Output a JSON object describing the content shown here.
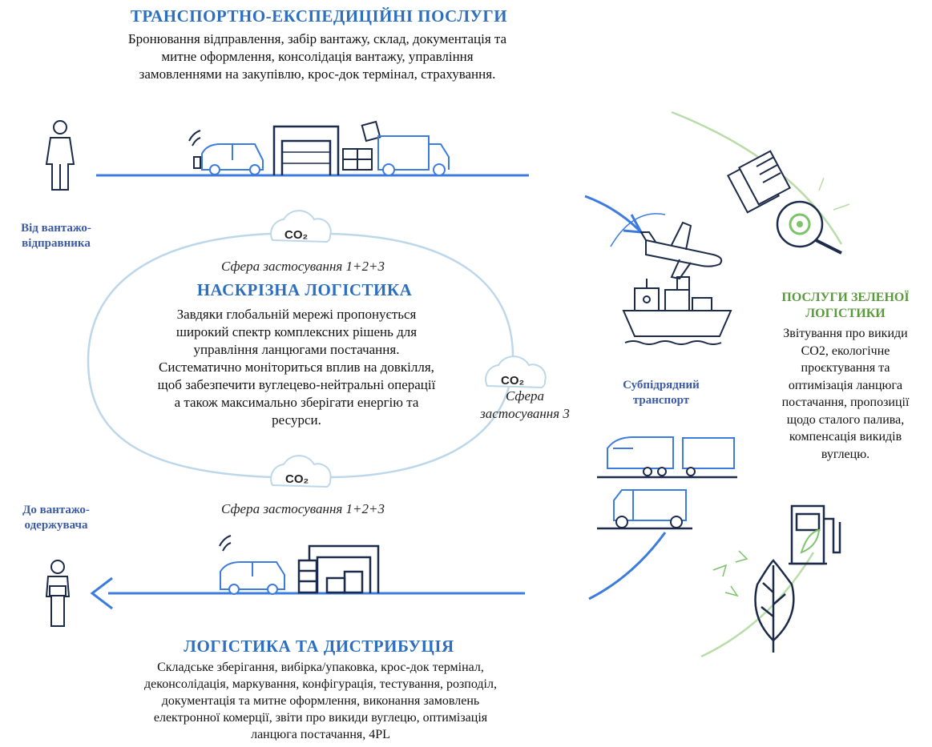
{
  "top": {
    "title": "ТРАНСПОРТНО-ЕКСПЕДИЦІЙНІ ПОСЛУГИ",
    "lines": [
      "Бронювання відправлення, забір вантажу, склад, документація та",
      "митне оформлення, консолідація вантажу, управління",
      "замовленнями на закупівлю, крос-док термінал, страхування."
    ]
  },
  "left": {
    "from_shipper": [
      "Від вантажо-",
      "відправника"
    ],
    "to_consignee": [
      "До вантажо-",
      "одержувача"
    ]
  },
  "center": {
    "scope_top": "Сфера застосування 1+2+3",
    "title": "НАСКРІЗНА ЛОГІСТИКА",
    "lines": [
      "Завдяки глобальній мережі пропонується",
      "широкий спектр комплексних рішень для",
      "управління ланцюгами постачання.",
      "Систематично моніториться вплив на довкілля,",
      "щоб забезпечити вуглецево-нейтральні операції",
      "а також максимально зберігати енергію та",
      "ресурси."
    ],
    "scope_right": [
      "Сфера",
      "застосування 3"
    ],
    "scope_bottom": "Сфера застосування 1+2+3",
    "co2": "CO₂"
  },
  "subcontract": [
    "Субпідрядний",
    "транспорт"
  ],
  "green": {
    "title": [
      "ПОСЛУГИ ЗЕЛЕНОЇ",
      "ЛОГІСТИКИ"
    ],
    "lines": [
      "Звітування про викиди",
      "CO2, екологічне",
      "проєктування та",
      "оптимізація ланцюга",
      "постачання, пропозиції",
      "щодо сталого палива,",
      "компенсація викидів",
      "вуглецю."
    ]
  },
  "bottom": {
    "title": "ЛОГІСТИКА ТА ДИСТРИБУЦІЯ",
    "lines": [
      "Складське зберігання, вибірка/упаковка, крос-док термінал,",
      "деконсолідація, маркування, конфігурація, тестування, розподіл,",
      "документація та митне оформлення, виконання замовлень",
      "електронної комерції, звіти про викиди вуглецю, оптимізація",
      "ланцюга постачання, 4PL"
    ]
  },
  "colors": {
    "blue": "#2c6fc1",
    "light_blue": "#a9cde6",
    "green": "#7cc36a",
    "dark": "#1d2b4a"
  },
  "icons": [
    "person-icon",
    "van-icon",
    "warehouse-icon",
    "truck-icon",
    "pallet-icon",
    "document-icon",
    "magnifier-icon",
    "airplane-icon",
    "ship-icon",
    "train-icon",
    "fuel-pump-icon",
    "leaf-icon",
    "cloud-icon",
    "recycle-icon"
  ]
}
